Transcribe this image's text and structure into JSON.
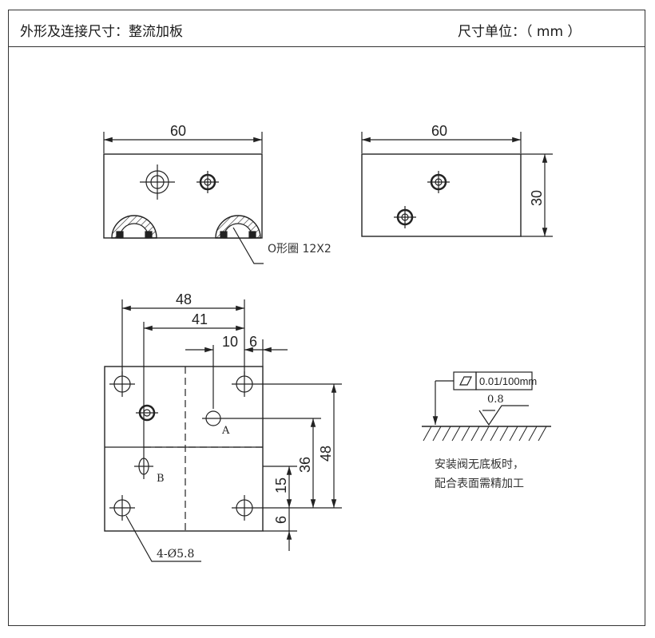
{
  "header": {
    "title": "外形及连接尺寸：整流加板",
    "unit": "尺寸单位：（ mm ）"
  },
  "views": {
    "front": {
      "width_dim": "60",
      "oring_label": "O形圈 12X2"
    },
    "side": {
      "width_dim": "60",
      "height_dim": "30"
    },
    "top": {
      "dims": {
        "d48": "48",
        "d41": "41",
        "d10": "10",
        "d6": "6",
        "v36": "36",
        "v48": "48",
        "v15": "15",
        "v6": "6"
      },
      "port_a": "A",
      "port_b": "B",
      "holes": "4-Ø5.8"
    }
  },
  "surface_note": {
    "flatness": "0.01/100mm",
    "roughness": "0.8",
    "line1": "安装阀无底板时，",
    "line2": "配合表面需精加工"
  }
}
